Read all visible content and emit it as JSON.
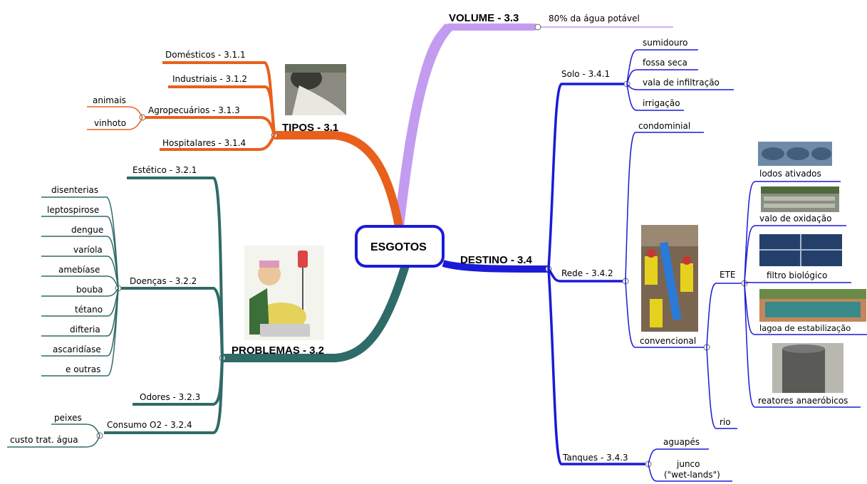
{
  "center": {
    "label": "ESGOTOS"
  },
  "volume": {
    "label": "VOLUME - 3.3",
    "items": [
      "80% da água potável"
    ]
  },
  "tipos": {
    "label": "TIPOS - 3.1",
    "items": [
      "Domésticos - 3.1.1",
      "Industriais - 3.1.2",
      "Agropecuários - 3.1.3",
      "Hospitalares - 3.1.4"
    ],
    "agro_items": [
      "animais",
      "vinhoto"
    ]
  },
  "problemas": {
    "label": "PROBLEMAS - 3.2",
    "items": [
      "Estético - 3.2.1",
      "Doenças - 3.2.2",
      "Odores - 3.2.3",
      "Consumo O2 - 3.2.4"
    ],
    "doencas": [
      "disenterias",
      "leptospirose",
      "dengue",
      "varíola",
      "amebíase",
      "bouba",
      "tétano",
      "difteria",
      "ascaridíase",
      "e outras"
    ],
    "consumo": [
      "peixes",
      "custo trat. água"
    ]
  },
  "destino": {
    "label": "DESTINO - 3.4",
    "solo": {
      "label": "Solo - 3.4.1",
      "items": [
        "sumidouro",
        "fossa seca",
        "vala de infiltração",
        "irrigação"
      ]
    },
    "rede": {
      "label": "Rede - 3.4.2",
      "condominial": "condominial",
      "convencional": "convencional",
      "ete": "ETE",
      "rio": "rio",
      "ete_items": [
        "lodos ativados",
        "valo de oxidação",
        "filtro biológico",
        "lagoa de estabilização",
        "reatores anaeróbicos"
      ]
    },
    "tanques": {
      "label": "Tanques - 3.4.3",
      "items": [
        "aguapés",
        "junco",
        "(\"wet-lands\")"
      ]
    }
  },
  "colors": {
    "orange": "#e8601c",
    "teal": "#2f6b68",
    "purple": "#c39cf0",
    "blue": "#1a1ad8"
  }
}
